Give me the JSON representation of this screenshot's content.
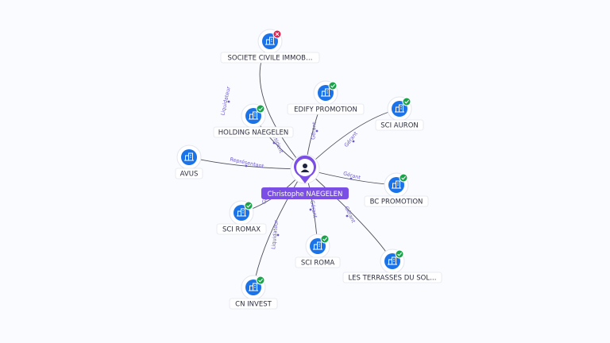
{
  "center": {
    "name": "Christophe NAEGELEN",
    "color": "#7b4fe6"
  },
  "colors": {
    "company": "#1a73e8",
    "active": "#1aa34a",
    "inactive": "#e0234e",
    "edge": "#4b4f5c",
    "edge_label": "#6a5acd"
  },
  "companies": [
    {
      "id": "societe",
      "name": "SOCIETE CIVILE IMMOB…",
      "status": "inactive",
      "status_icon": "cross-icon"
    },
    {
      "id": "edify",
      "name": "EDIFY PROMOTION",
      "status": "active",
      "status_icon": "check-icon"
    },
    {
      "id": "holding",
      "name": "HOLDING NAEGELEN",
      "status": "active",
      "status_icon": "check-icon"
    },
    {
      "id": "auron",
      "name": "SCI AURON",
      "status": "active",
      "status_icon": "check-icon"
    },
    {
      "id": "avus",
      "name": "AVUS",
      "status": "none",
      "status_icon": ""
    },
    {
      "id": "bc",
      "name": "BC PROMOTION",
      "status": "active",
      "status_icon": "check-icon"
    },
    {
      "id": "romax",
      "name": "SCI ROMAX",
      "status": "active",
      "status_icon": "check-icon"
    },
    {
      "id": "roma",
      "name": "SCI ROMA",
      "status": "active",
      "status_icon": "check-icon"
    },
    {
      "id": "terrasses",
      "name": "LES TERRASSES DU SOL…",
      "status": "active",
      "status_icon": "check-icon"
    },
    {
      "id": "cn",
      "name": "CN INVEST",
      "status": "active",
      "status_icon": "check-icon"
    }
  ],
  "edges": [
    {
      "id": "e-societe",
      "label": "Liquidateur"
    },
    {
      "id": "e-edify",
      "label": "Gérant"
    },
    {
      "id": "e-holding",
      "label": "Président"
    },
    {
      "id": "e-auron",
      "label": "Gérant"
    },
    {
      "id": "e-avus",
      "label": "Représentant"
    },
    {
      "id": "e-bc",
      "label": "Gérant"
    },
    {
      "id": "e-romax",
      "label": "Gérant"
    },
    {
      "id": "e-roma",
      "label": "Gérant"
    },
    {
      "id": "e-terrasses",
      "label": "Gérant"
    },
    {
      "id": "e-cn",
      "label": "Liquidateur"
    }
  ]
}
